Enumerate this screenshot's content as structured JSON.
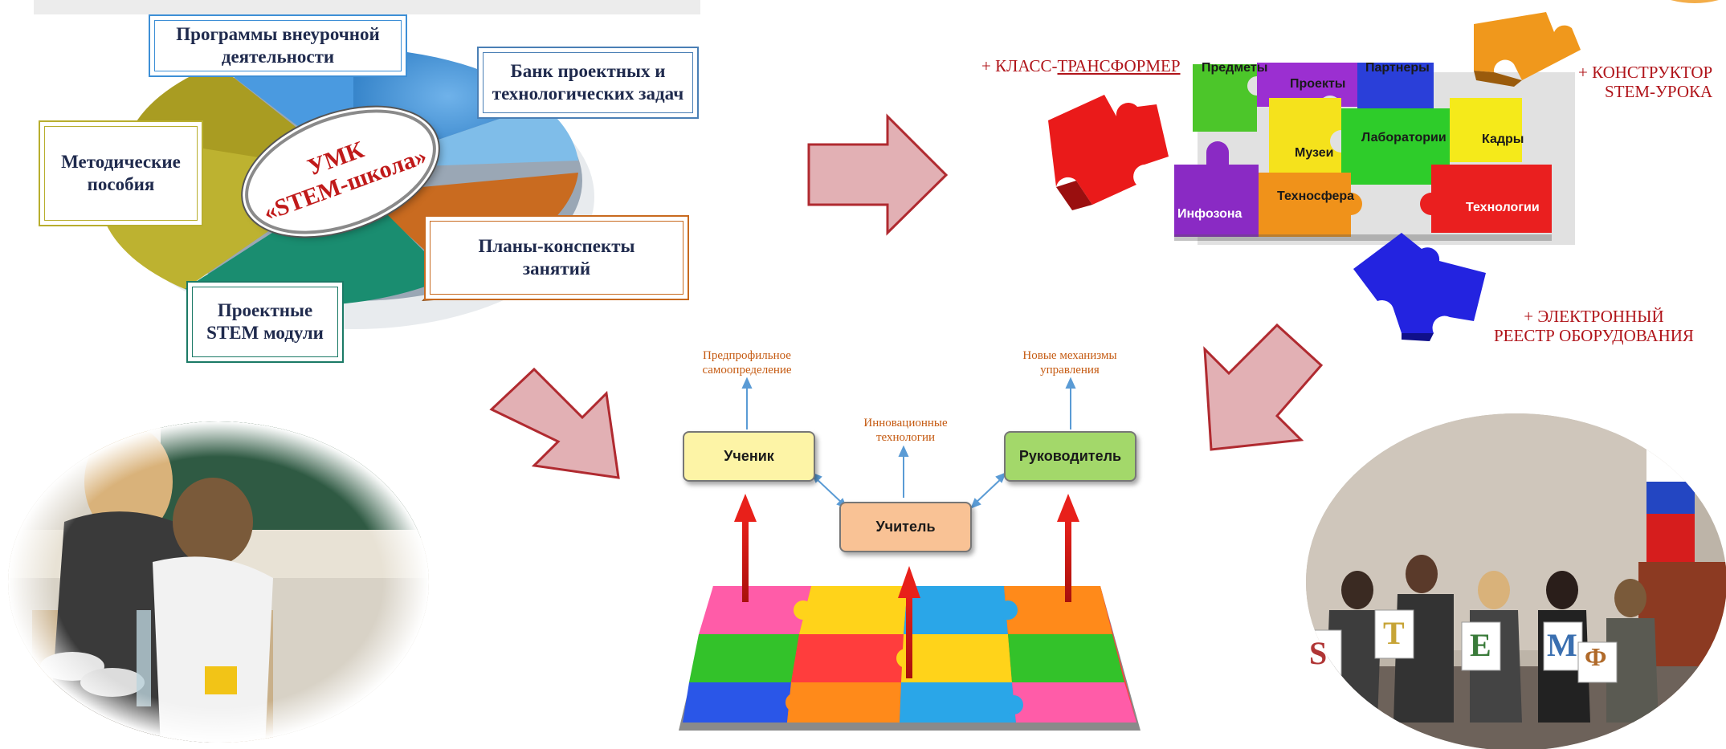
{
  "umk": {
    "center": "УМК\n«STEM-школа»",
    "boxes": {
      "programs": "Программы внеурочной деятельности",
      "bank": "Банк проектных и технологических задач",
      "methodical": "Методические пособия",
      "plans": "Планы-конспекты занятий",
      "modules": "Проектные STEM модули"
    },
    "colors": {
      "blue": "#3d8fd6",
      "olive": "#b8ae2e",
      "teal": "#1b8f73",
      "orange": "#c86a1f",
      "lightblue": "#8ec8ee"
    }
  },
  "puzzle": {
    "class_transformer_prefix": "+ КЛАСС-",
    "class_transformer_main": "ТРАНСФОРМЕР",
    "constructor_line1": "+ КОНСТРУКТОР",
    "constructor_line2": "STEM-УРОКА",
    "registry_line1": "+ ЭЛЕКТРОННЫЙ",
    "registry_line2": "РЕЕСТР ОБОРУДОВАНИЯ",
    "pieces": {
      "subjects": "Предметы",
      "projects": "Проекты",
      "partners": "Партнеры",
      "museums": "Музеи",
      "labs": "Лаборатории",
      "staff": "Кадры",
      "infozone": "Инфозона",
      "technosphere": "Техносфера",
      "technologies": "Технологии"
    }
  },
  "model": {
    "student": "Ученик",
    "teacher": "Учитель",
    "manager": "Руководитель",
    "preprofile": "Предпрофильное\nсамоопределение",
    "innovative": "Инновационные\nтехнологии",
    "mechanisms": "Новые механизмы\nуправления"
  },
  "photo": {
    "letters": [
      "S",
      "T",
      "E",
      "M",
      "Ф"
    ]
  }
}
